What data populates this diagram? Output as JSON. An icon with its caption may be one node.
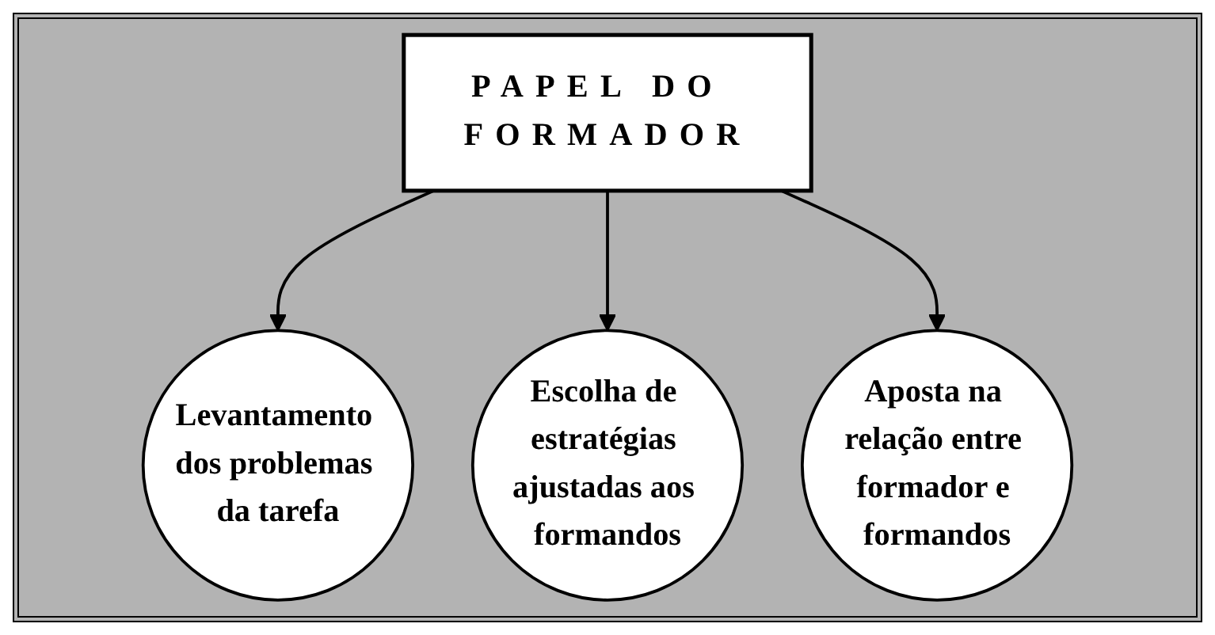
{
  "diagram": {
    "nodes": [
      {
        "text": [
          "PAPEL DO FORMADOR"
        ]
      },
      {
        "text": [
          "Levantamento dos problemas da tarefa"
        ]
      },
      {
        "text": [
          "Escolha de estratégias ajustadas aos formandos"
        ]
      },
      {
        "text": [
          "Aposta na relação entre formador e formandos"
        ]
      }
    ],
    "edges": [
      {
        "from": 0,
        "to": 1,
        "arrow": "to"
      },
      {
        "from": 0,
        "to": 2,
        "arrow": "to"
      },
      {
        "from": 0,
        "to": 3,
        "arrow": "to"
      }
    ]
  }
}
